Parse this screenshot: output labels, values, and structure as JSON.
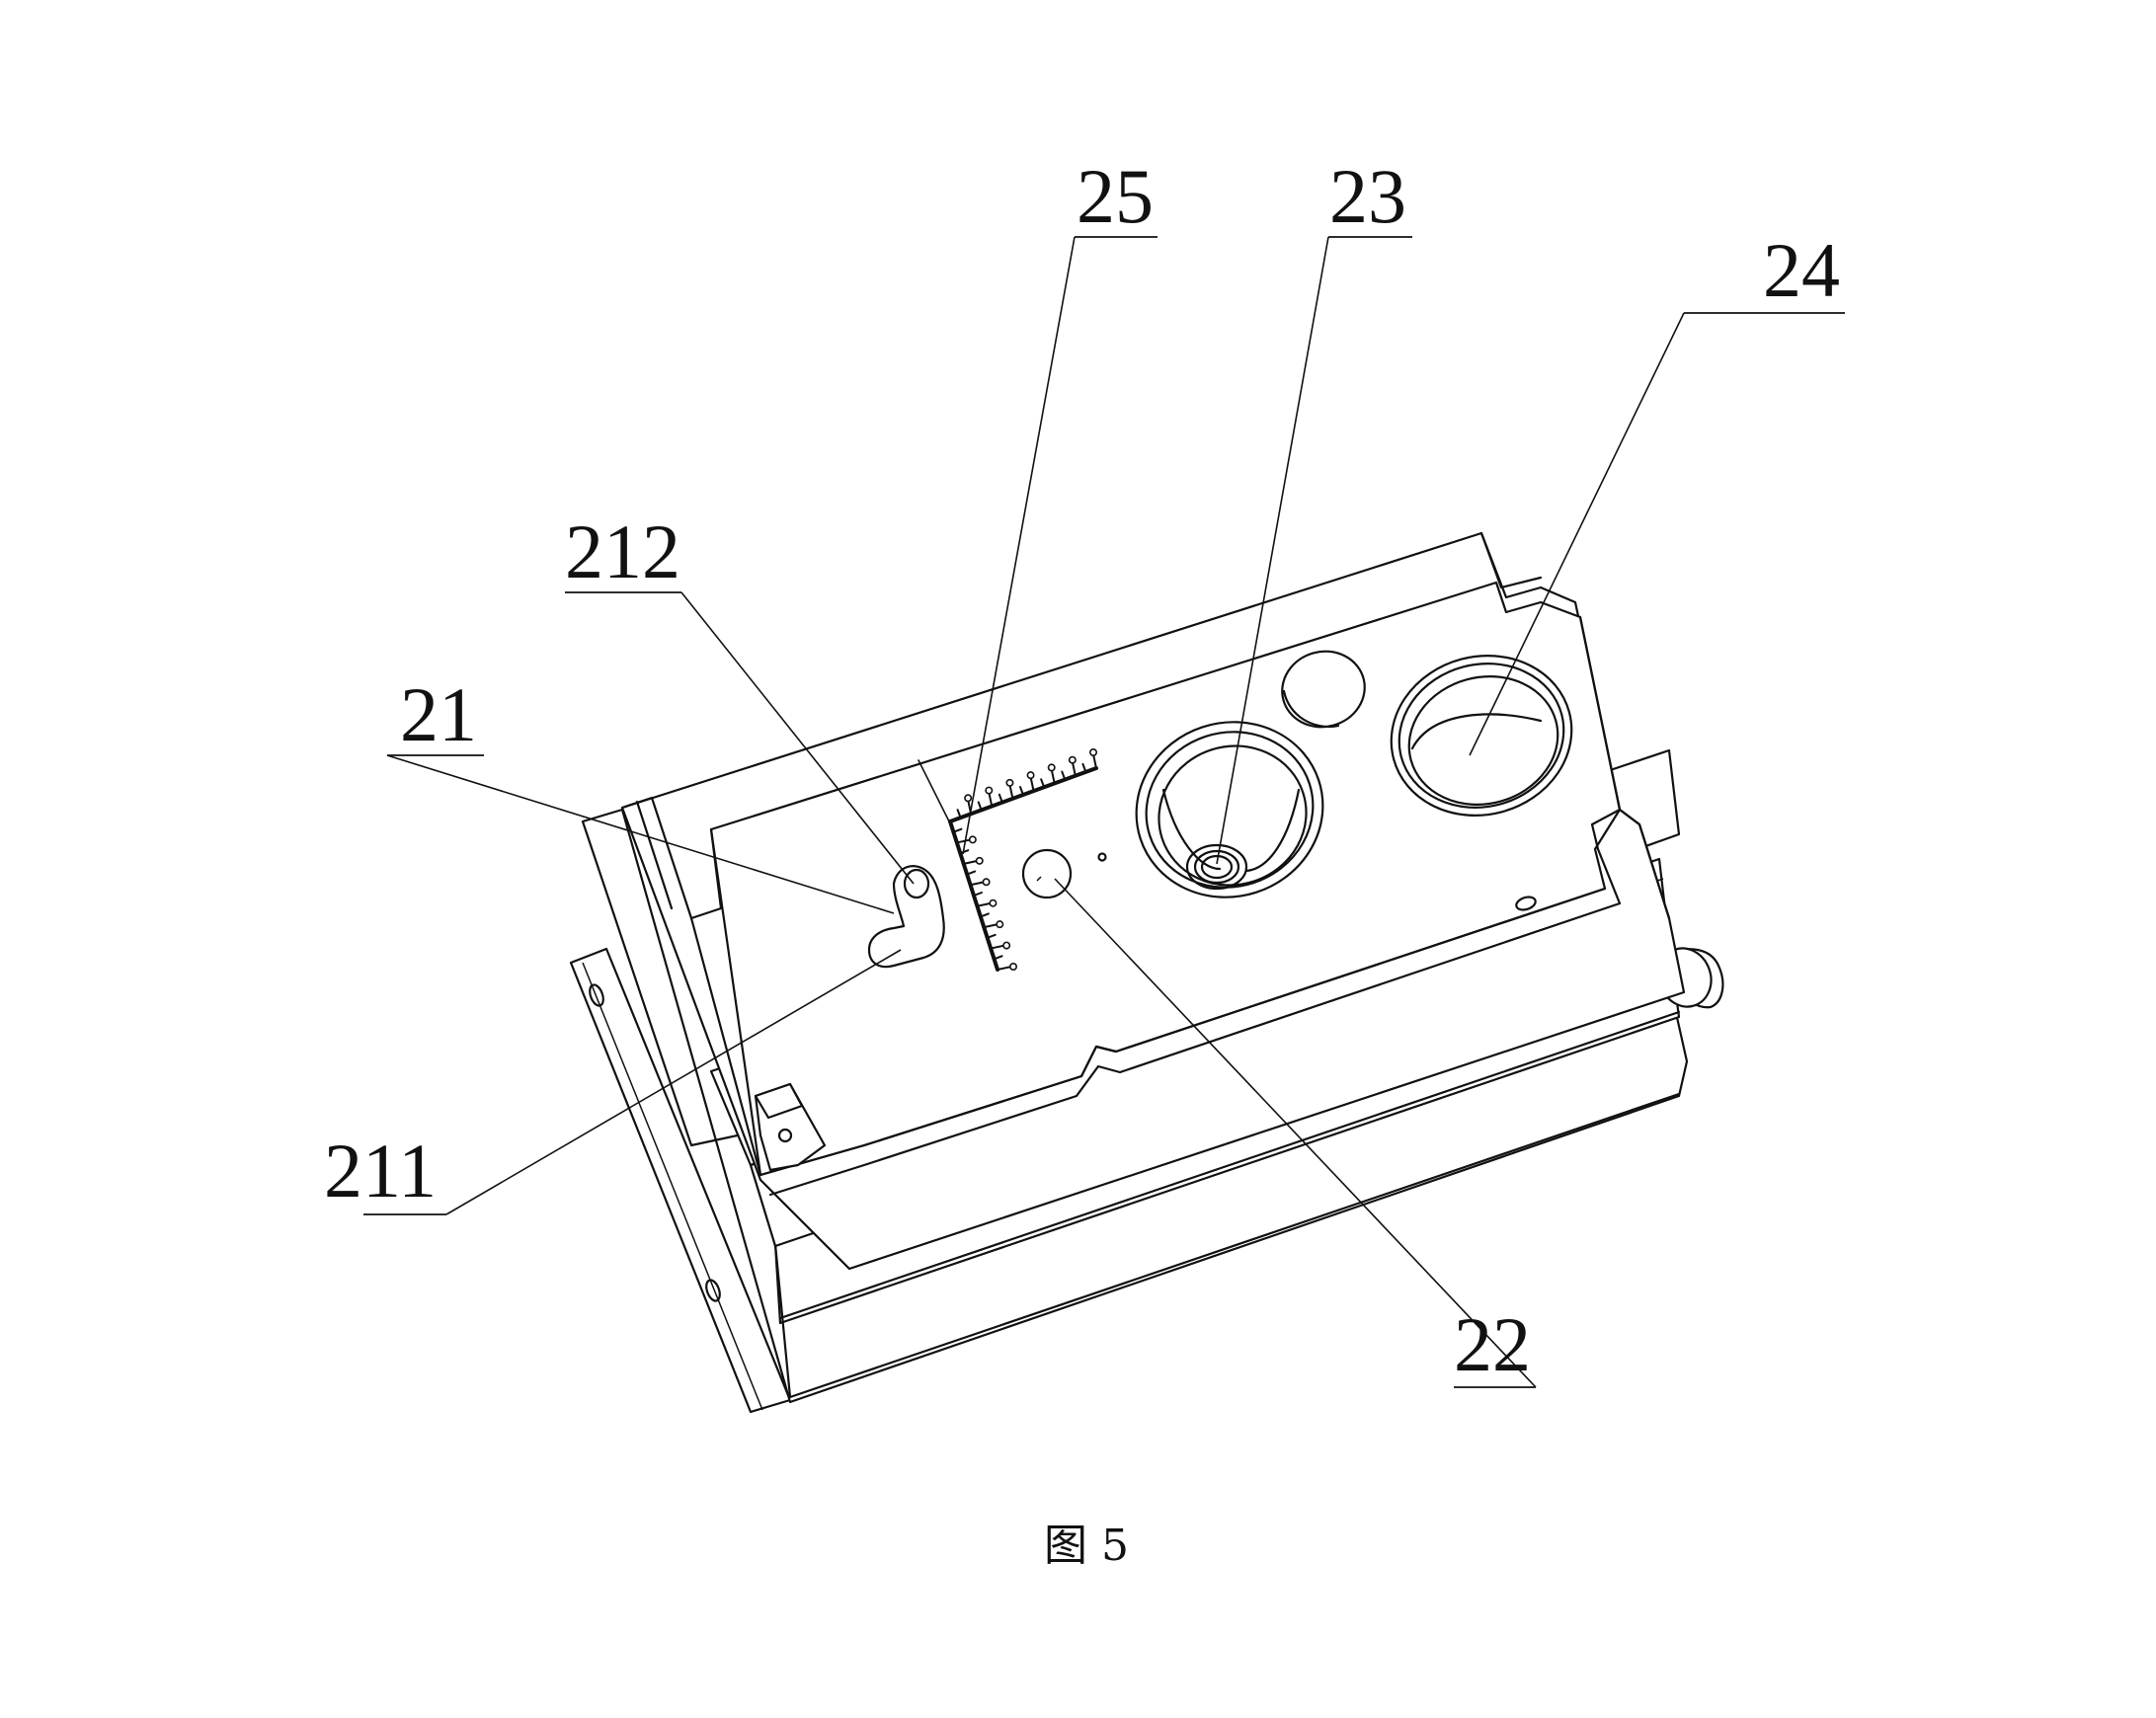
{
  "figure": {
    "caption": "图 5",
    "labels": {
      "l25": "25",
      "l23": "23",
      "l24": "24",
      "l212": "212",
      "l21": "21",
      "l211": "211",
      "l22": "22"
    }
  }
}
